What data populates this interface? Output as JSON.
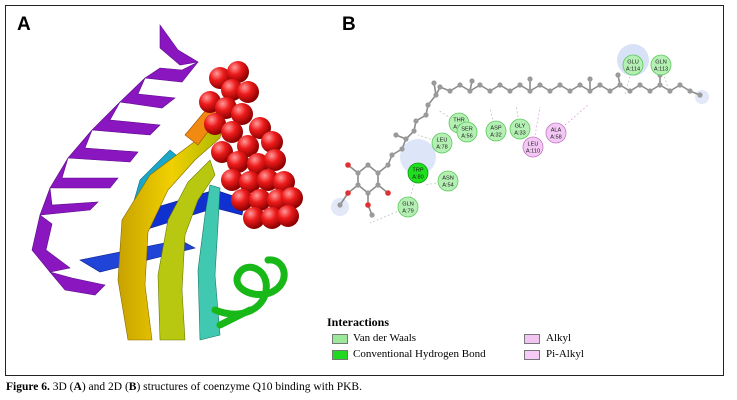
{
  "panels": {
    "a_label": "A",
    "b_label": "B"
  },
  "residues": [
    {
      "name": "GLU",
      "id": "A:114",
      "type": "vdw"
    },
    {
      "name": "GLN",
      "id": "A:113",
      "type": "vdw"
    },
    {
      "name": "THR",
      "id": "A:34",
      "type": "vdw"
    },
    {
      "name": "SER",
      "id": "A:56",
      "type": "vdw"
    },
    {
      "name": "ASP",
      "id": "A:32",
      "type": "vdw"
    },
    {
      "name": "GLY",
      "id": "A:33",
      "type": "vdw"
    },
    {
      "name": "LEU",
      "id": "A:78",
      "type": "vdw"
    },
    {
      "name": "ALA",
      "id": "A:58",
      "type": "alkyl"
    },
    {
      "name": "LEU",
      "id": "A:110",
      "type": "alkyl"
    },
    {
      "name": "TRP",
      "id": "A:80",
      "type": "hbond"
    },
    {
      "name": "ASN",
      "id": "A:54",
      "type": "vdw"
    },
    {
      "name": "GLN",
      "id": "A:79",
      "type": "vdw"
    }
  ],
  "legend": {
    "title": "Interactions",
    "items": [
      {
        "label": "Van der Waals",
        "color": "#9be89b"
      },
      {
        "label": "Conventional Hydrogen Bond",
        "color": "#1fd81f"
      },
      {
        "label": "Alkyl",
        "color": "#f2c4f2"
      },
      {
        "label": "Pi-Alkyl",
        "color": "#f6cbf6"
      }
    ]
  },
  "caption": {
    "figure": "Figure 6.",
    "part1": " 3D (",
    "a": "A",
    "part2": ") and 2D (",
    "b": "B",
    "part3": ") structures of coenzyme Q10 binding with PKB."
  },
  "colors": {
    "vdw": "#b4f0b4",
    "vdw_stroke": "#5cc85c",
    "hbond": "#1ee01e",
    "alkyl": "#f4c8f4",
    "alkyl_stroke": "#c27ac2",
    "atom": "#9a9a9a",
    "oxygen": "#e03030"
  }
}
